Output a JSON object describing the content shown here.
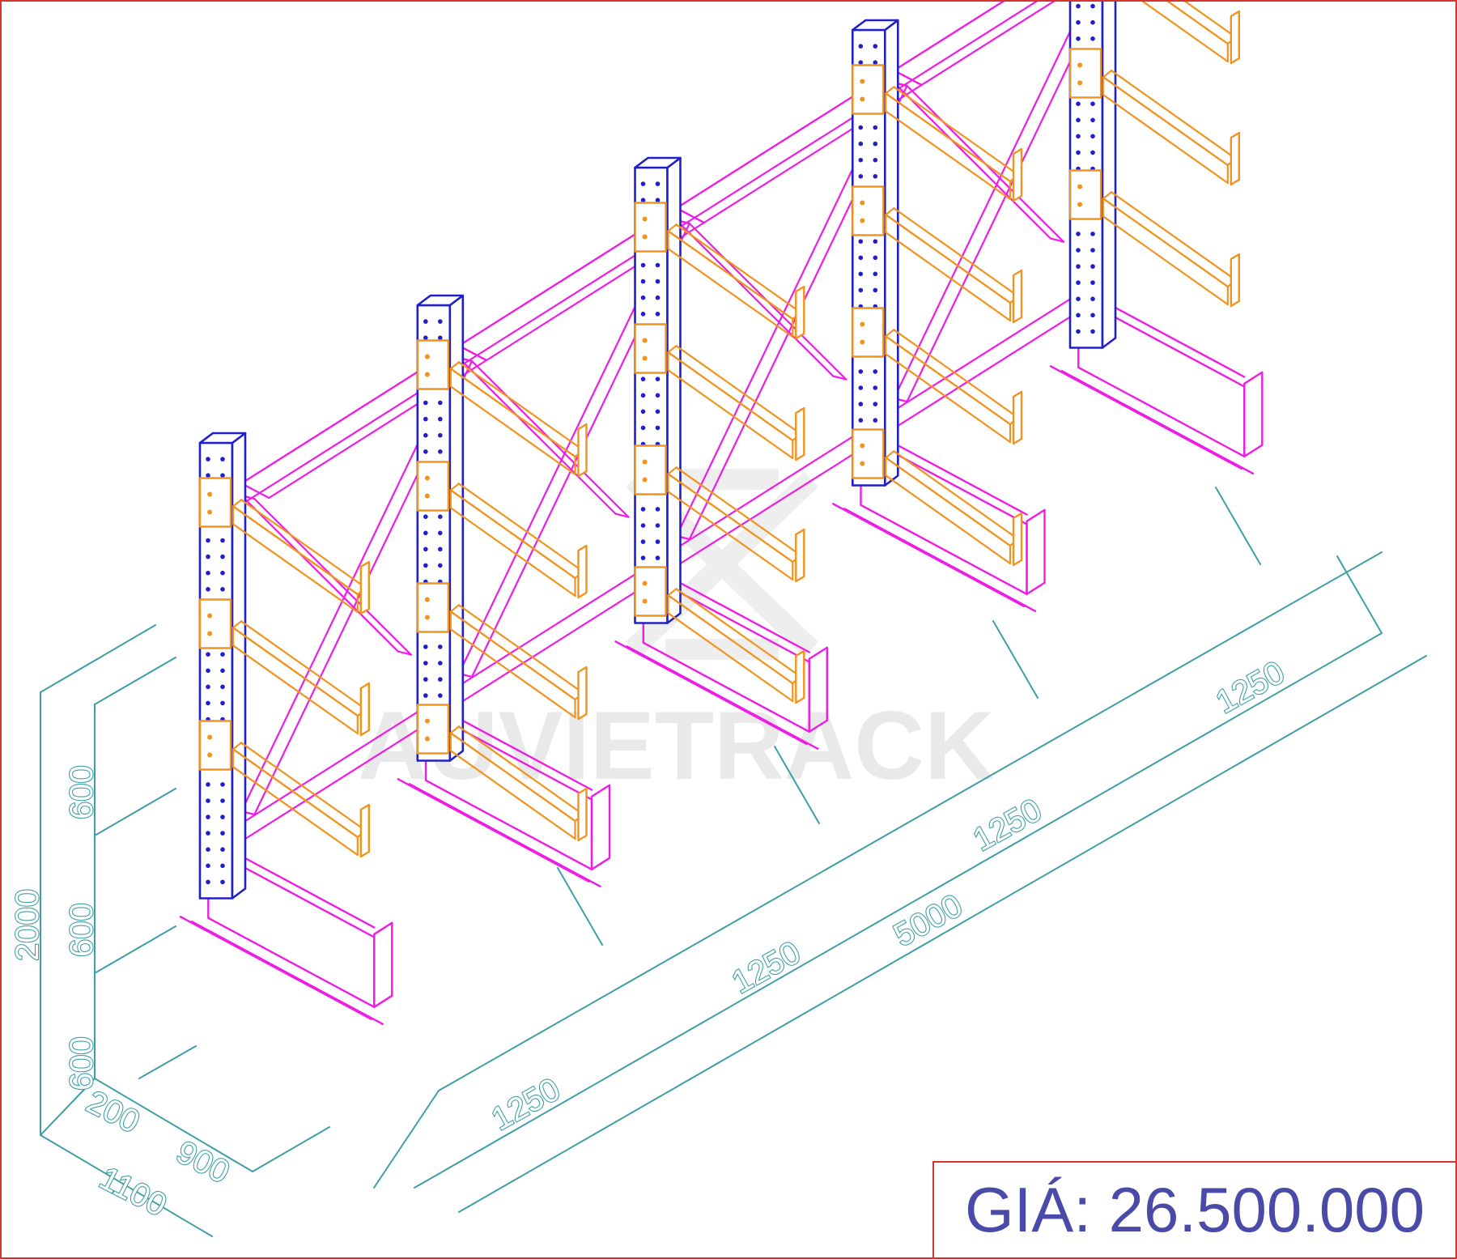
{
  "colors": {
    "column": "#2020c8",
    "column_holes": "#1f1fd0",
    "frame": "#ee1ce6",
    "arm": "#f0931f",
    "dimension": "#3f9fa6",
    "watermark": "#cfcfcf",
    "border": "#d9332f",
    "price": "#4a4ba8"
  },
  "watermark": {
    "text": "AUVIETRACK"
  },
  "dimensions": {
    "total_height": "2000",
    "arm_spacing": [
      "600",
      "600",
      "600"
    ],
    "base_offset": "200",
    "arm_length": "900",
    "base_length": "1100",
    "total_length": "5000",
    "bay_widths": [
      "1250",
      "1250",
      "1250",
      "1250"
    ]
  },
  "price": {
    "text": "GIÁ: 26.500.000"
  }
}
